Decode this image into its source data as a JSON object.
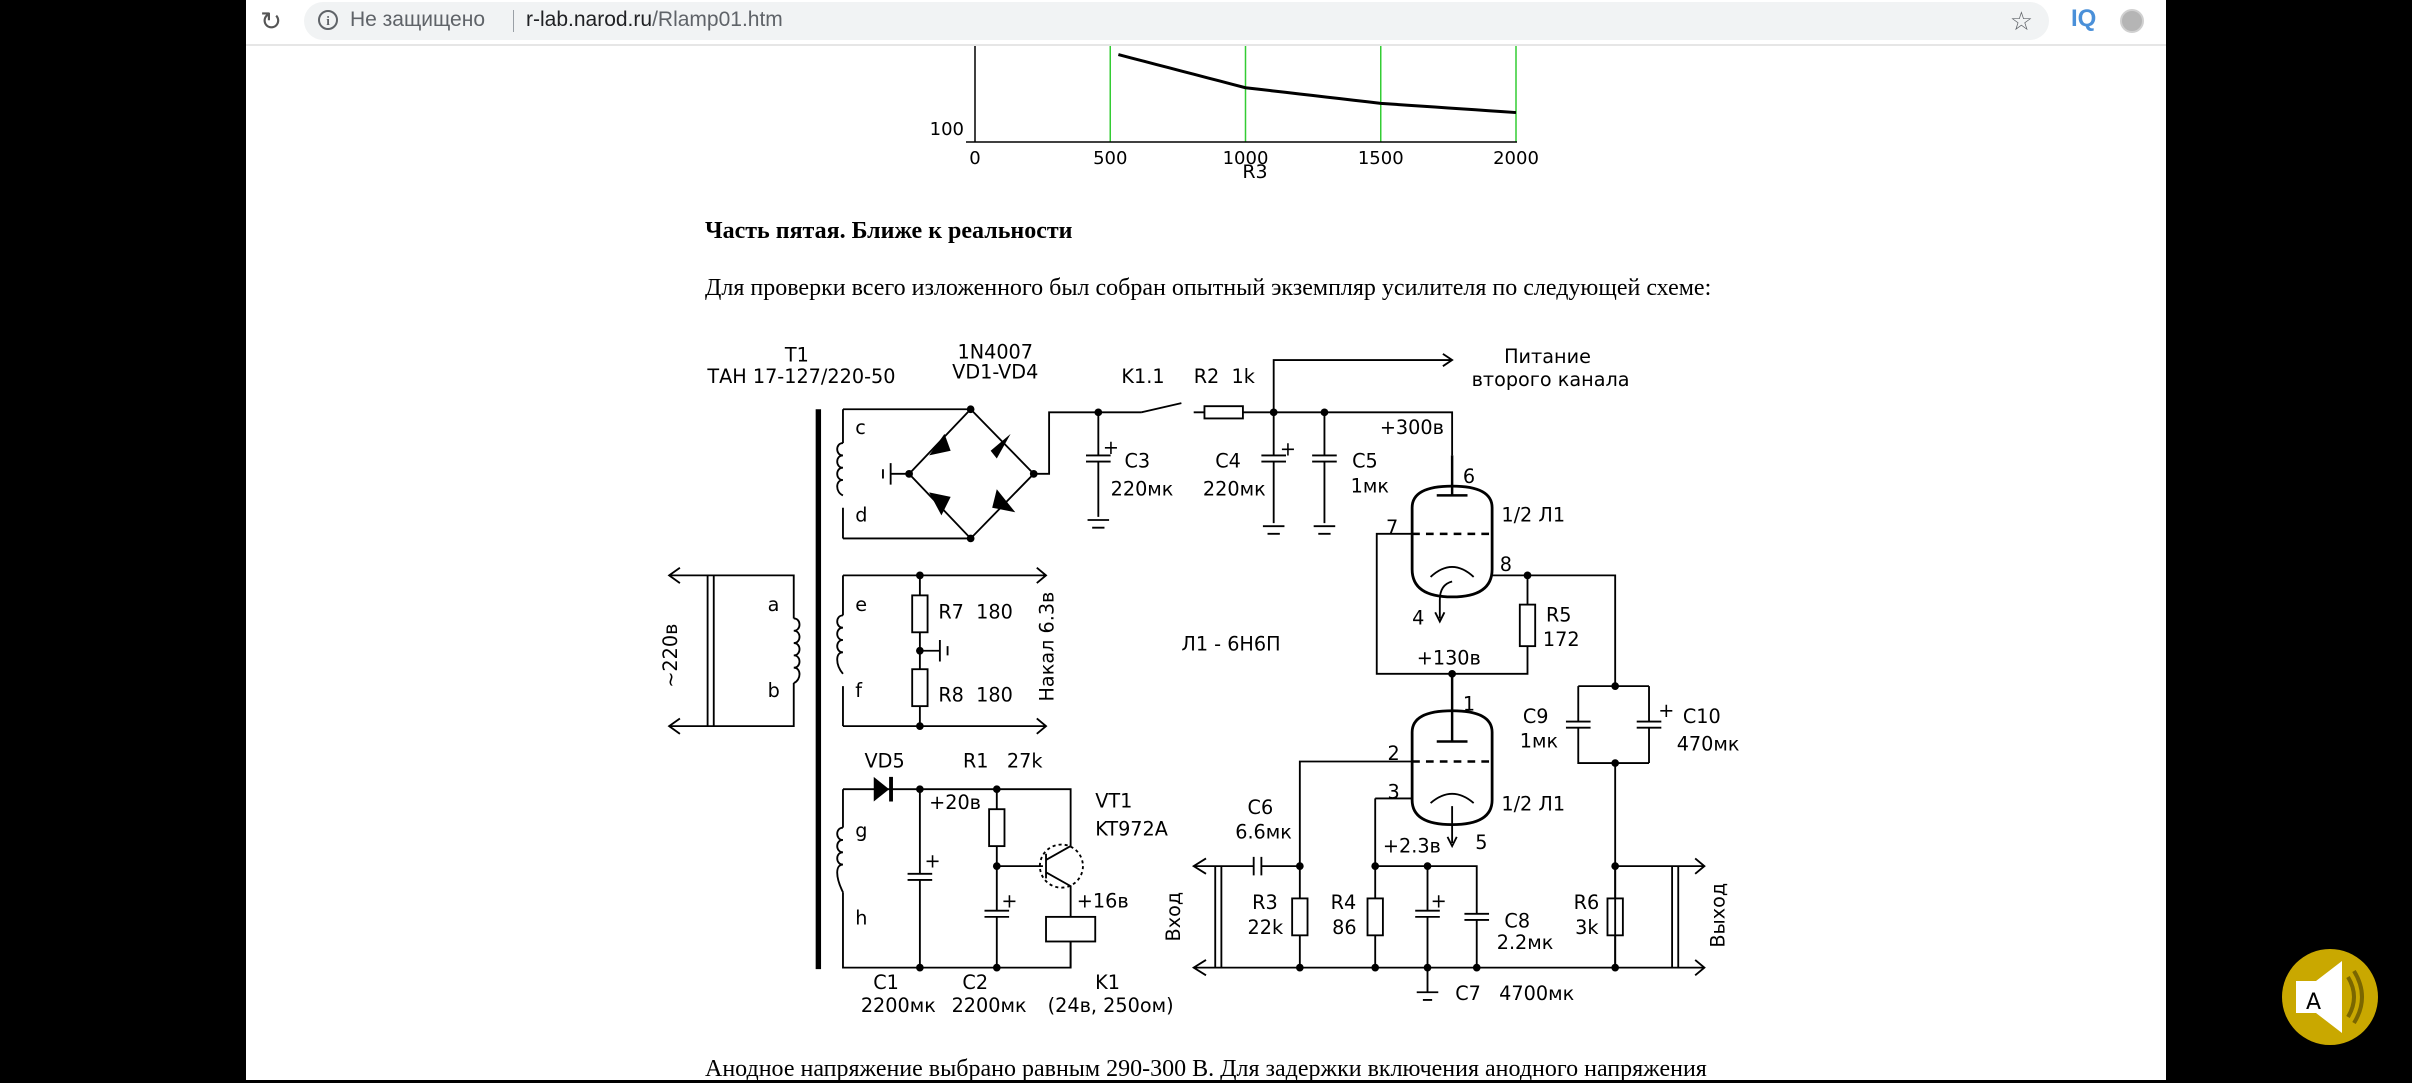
{
  "browser": {
    "security_label": "Не защищено",
    "url_host": "r-lab.narod.ru",
    "url_path": "/Rlamp01.htm",
    "icons": [
      "reload-icon",
      "info-icon",
      "star-icon",
      "iq-extension-icon",
      "profile-extension-icon"
    ],
    "extension_label": "IQ"
  },
  "chart_data": {
    "type": "line",
    "title": "",
    "xlabel": "R3",
    "ylabel": "",
    "x_ticks": [
      "0",
      "500",
      "1000",
      "1500",
      "2000"
    ],
    "y_ticks_visible": [
      "100"
    ],
    "xlim": [
      0,
      2000
    ],
    "grid": "vertical green lines at x ticks",
    "series": [
      {
        "name": "curve",
        "x": [
          530,
          1000,
          1500,
          2000
        ],
        "y_relative": [
          0.95,
          0.59,
          0.42,
          0.32
        ]
      }
    ],
    "note": "top part of chart cut off by viewport; only y tick 100 at baseline visible"
  },
  "article": {
    "heading": "Часть пятая. Ближе к реальности",
    "intro": "Для проверки всего изложенного был собран опытный экземпляр усилителя по следующей схеме:",
    "next_paragraph": "Анодное напряжение выбрано равным 290-300 В. Для задержки включения анодного напряжения"
  },
  "schematic": {
    "t1_name": "T1",
    "t1_type": "ТАН 17-127/220-50",
    "bridge_type": "1N4007",
    "bridge_name": "VD1-VD4",
    "k11": "K1.1",
    "r2": "R2  1k",
    "supply_out": [
      "Питание",
      "второго канала"
    ],
    "v300": "+300в",
    "c3": [
      "C3",
      "220мк"
    ],
    "c4": [
      "C4",
      "220мк"
    ],
    "c5": [
      "C5",
      "1мк"
    ],
    "pin6": "6",
    "pin7": "7",
    "pin8": "8",
    "pin4": "4",
    "pin1": "1",
    "pin2": "2",
    "pin3": "3",
    "pin5": "5",
    "tube_top": "1/2 Л1",
    "tube_bottom": "1/2 Л1",
    "tube_type": "Л1 - 6Н6П",
    "r5": [
      "R5",
      "172"
    ],
    "v130": "+130в",
    "c9": [
      "C9",
      "1мк"
    ],
    "c10": [
      "C10",
      "470мк"
    ],
    "mains": "~220в",
    "wa": "a",
    "wb": "b",
    "wc": "c",
    "wd": "d",
    "we": "e",
    "wf": "f",
    "wg": "g",
    "wh": "h",
    "r7": "R7  180",
    "r8": "R8  180",
    "heater": "Накал 6.3в",
    "vd5": "VD5",
    "r1": "R1   27k",
    "v20": "+20в",
    "vt1": [
      "VT1",
      "KT972A"
    ],
    "v16": "+16в",
    "c1": [
      "C1",
      "2200мк"
    ],
    "c2": [
      "C2",
      "2200мк"
    ],
    "k1": [
      "K1",
      "(24в, 250ом)"
    ],
    "c6": [
      "C6",
      "6.6мк"
    ],
    "r3": [
      "R3",
      "22k"
    ],
    "r4": [
      "R4",
      "86"
    ],
    "v23": "+2.3в",
    "c8": [
      "C8",
      "2.2мк"
    ],
    "c7": "C7   4700мк",
    "r6": [
      "R6",
      "3k"
    ],
    "input": "Вход",
    "output": "Выход",
    "plus": "+"
  },
  "overlay": {
    "logo": "ag-audio-logo-icon"
  }
}
